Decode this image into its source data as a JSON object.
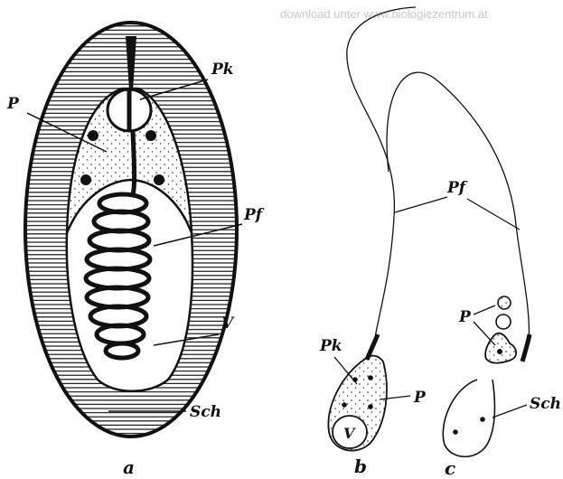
{
  "watermark": "download unter www.biologiezentrum.at",
  "panels": {
    "a": {
      "caption": "a",
      "labels": {
        "pk": "Pk",
        "p": "P",
        "pf": "Pf",
        "v": "V",
        "sch": "Sch"
      }
    },
    "b": {
      "caption": "b",
      "labels": {
        "pk": "Pk",
        "p": "P",
        "v": "V"
      }
    },
    "c": {
      "caption": "c",
      "labels": {
        "p": "P",
        "sch": "Sch"
      }
    },
    "pf_label": "Pf"
  },
  "colors": {
    "ink": "#111111",
    "stipple": "#f4f4f4",
    "paper": "#ffffff"
  }
}
